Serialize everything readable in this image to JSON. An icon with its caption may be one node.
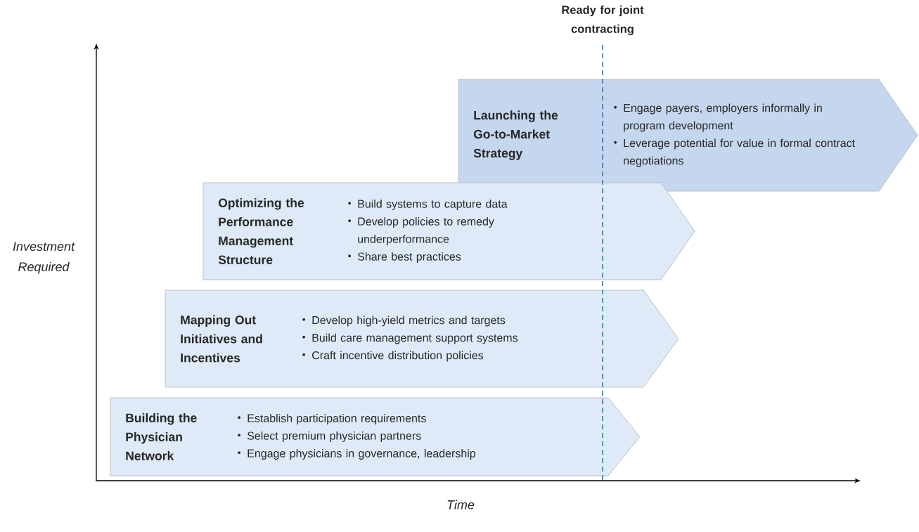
{
  "diagram": {
    "nodes": [
      {
        "text": [
          "Launching the Go-to-Market Strategy",
          "Engage payers, employers informally in program development",
          "Leverage potential for value in formal contract negotiations"
        ]
      },
      {
        "text": [
          "Optimizing the Performance Management Structure",
          "Build systems to capture data",
          "Develop policies to remedy underperformance",
          "Share best practices"
        ]
      },
      {
        "text": [
          "Mapping Out Initiatives and Incentives",
          "Develop high-yield metrics and targets",
          "Build care management support systems",
          "Craft incentive distribution policies"
        ]
      },
      {
        "text": [
          "Building the Physician Network",
          "Establish participation requirements",
          "Select premium physician partners",
          "Engage physicians in governance, leadership"
        ]
      }
    ],
    "labels": [
      "Ready for joint contracting",
      "Investment Required",
      "Time"
    ]
  }
}
